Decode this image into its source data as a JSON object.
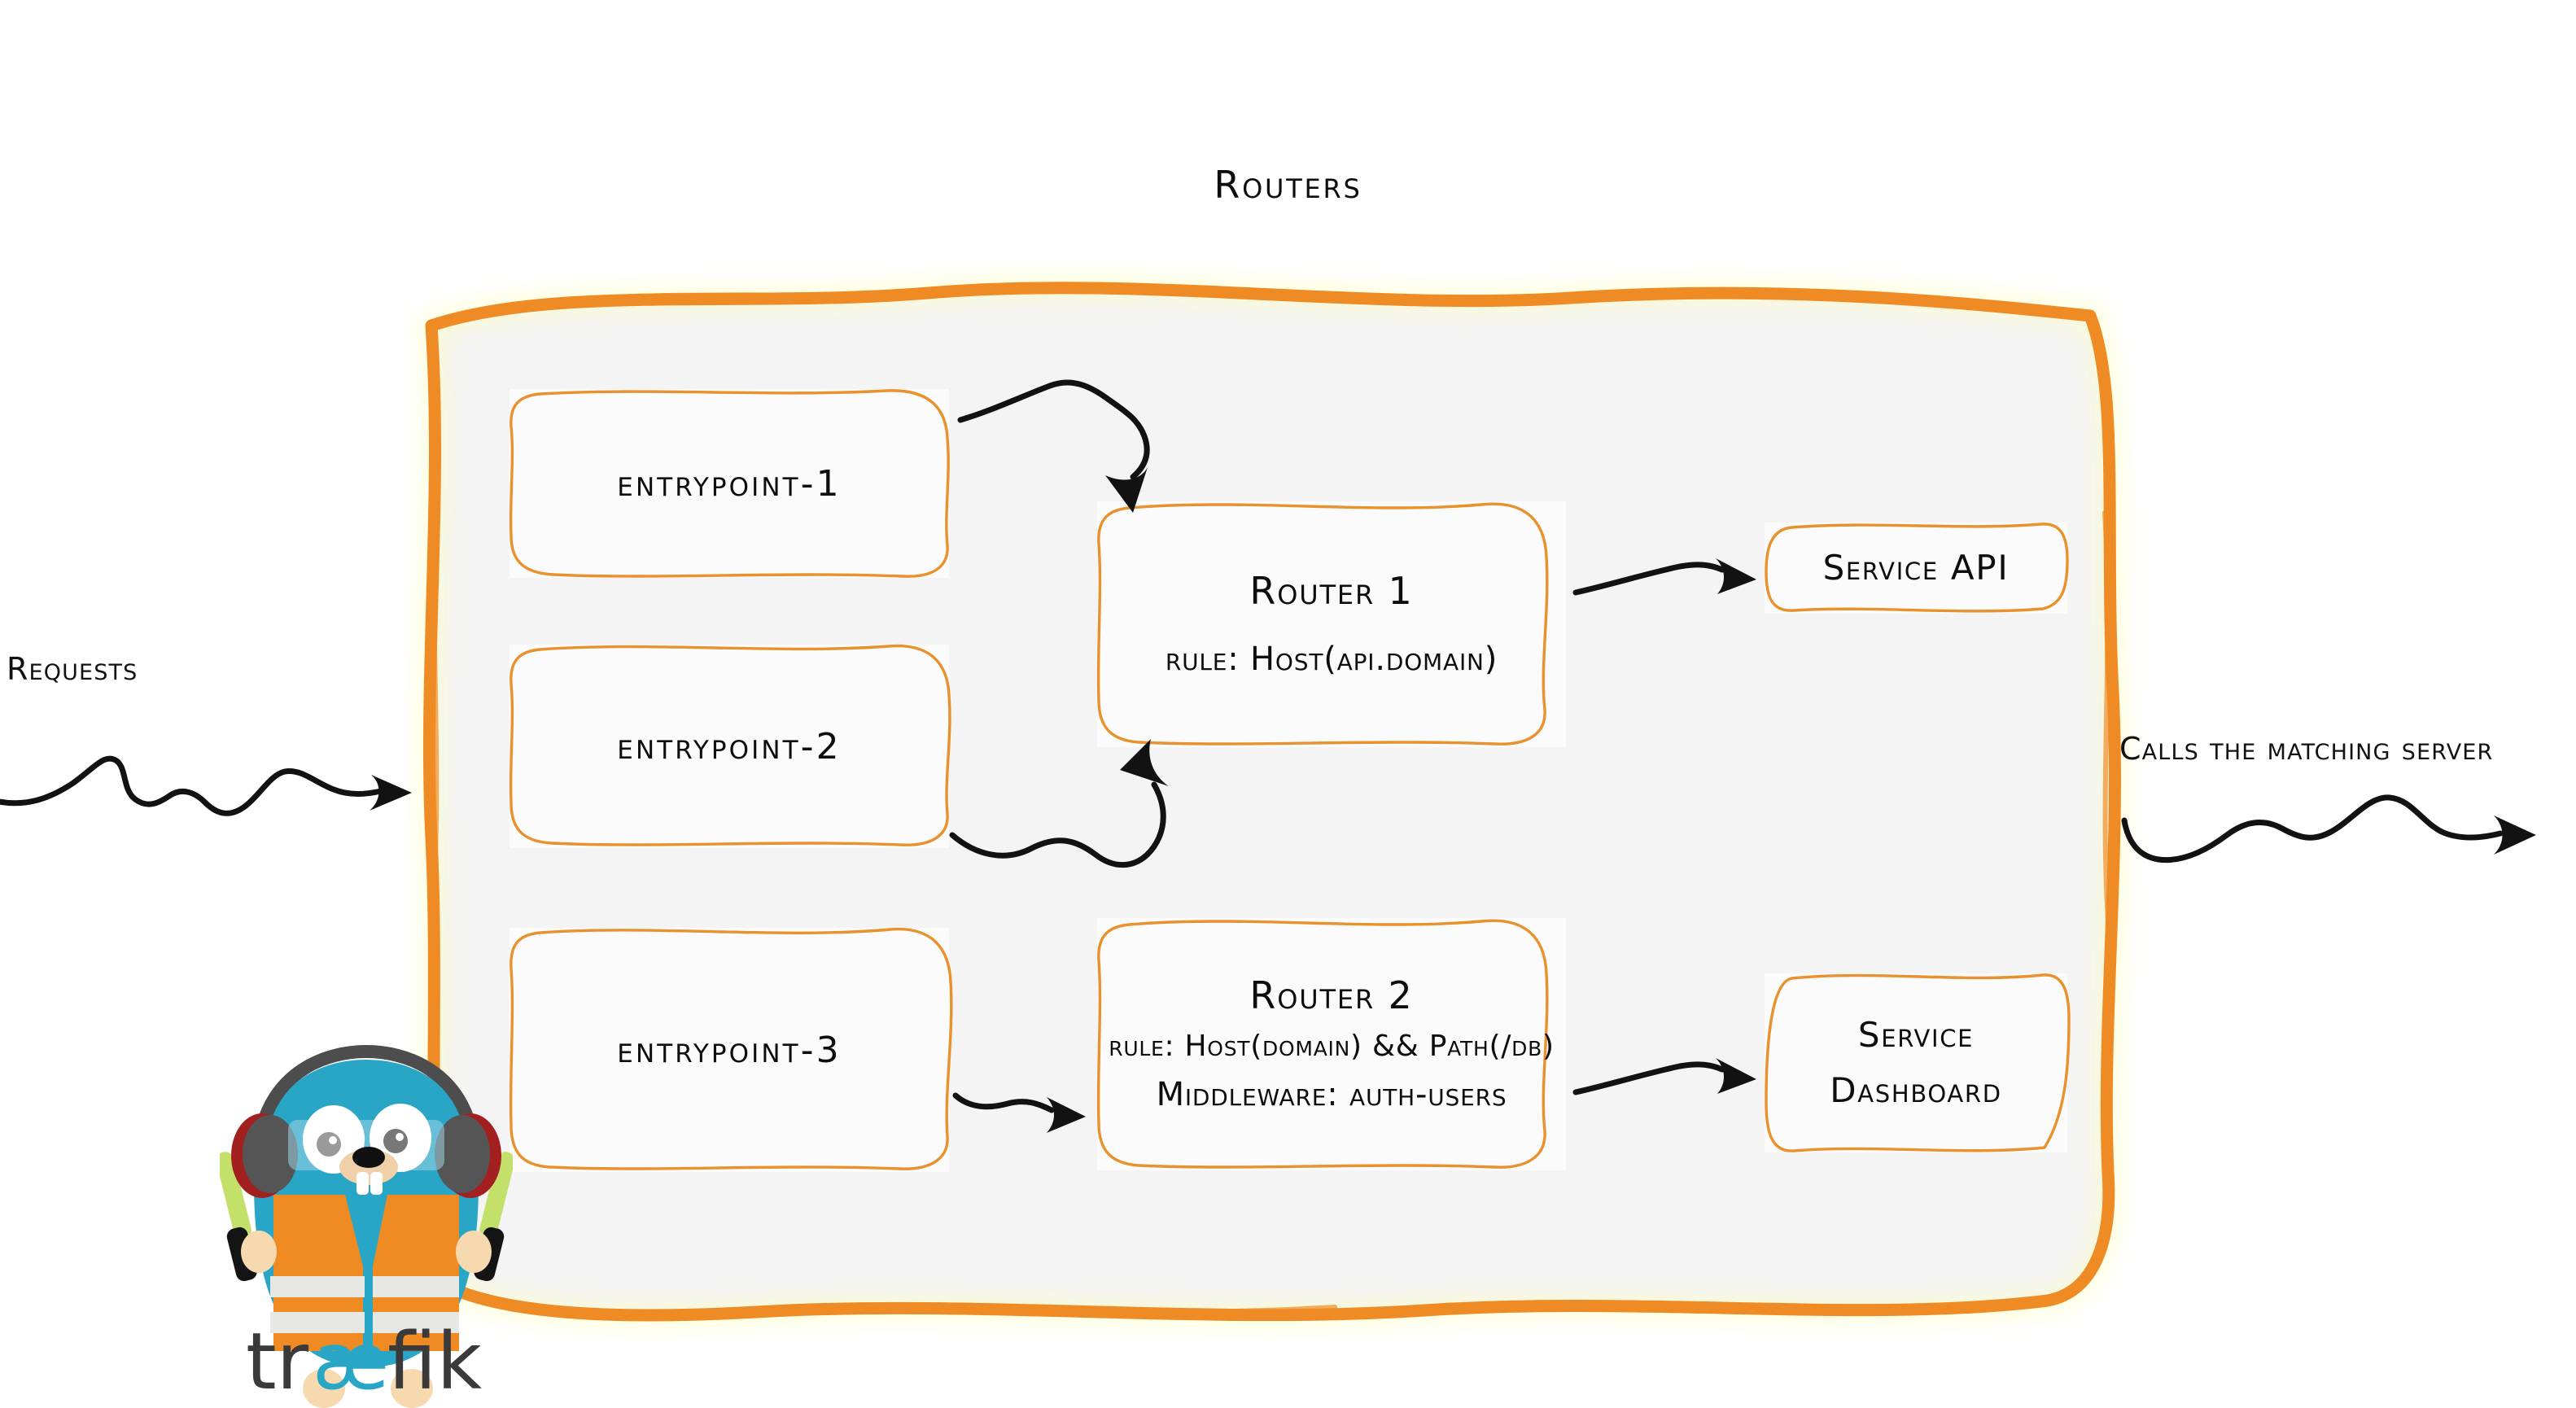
{
  "diagram": {
    "title": "Routers",
    "accent_color": "#ef8b25",
    "container_fill": "#f4f4f4",
    "node_fill": "#fbfbfb",
    "ink_color": "#0d0d0d"
  },
  "entrypoints": [
    {
      "label": "entrypoint-1"
    },
    {
      "label": "entrypoint-2"
    },
    {
      "label": "entrypoint-3"
    }
  ],
  "routers": [
    {
      "title": "Router 1",
      "rule": "rule: Host(api.domain)",
      "middleware": ""
    },
    {
      "title": "Router 2",
      "rule": "rule: Host(domain) && Path(/db)",
      "middleware": "Middleware: auth-users"
    }
  ],
  "services": [
    {
      "line1": "Service API",
      "line2": ""
    },
    {
      "line1": "Service",
      "line2": "Dashboard"
    }
  ],
  "annotations": {
    "incoming": "Requests",
    "outgoing": "Calls the matching server"
  },
  "brand": {
    "wordmark": "traefik",
    "wordmark_parts": {
      "pre": "tr",
      "lig": "æ",
      "post": "fik"
    },
    "body_color": "#29a6c6",
    "vest_color": "#f08b24",
    "stripe_color": "#e7e7e4",
    "headphone_color": "#4d4d4d",
    "headphone_accent": "#a32020",
    "wand_color": "#c3e06b",
    "skin_color": "#f7d9b0",
    "wordmark_color": "#3a3a3a",
    "wordmark_lig_color": "#29a6c6"
  }
}
